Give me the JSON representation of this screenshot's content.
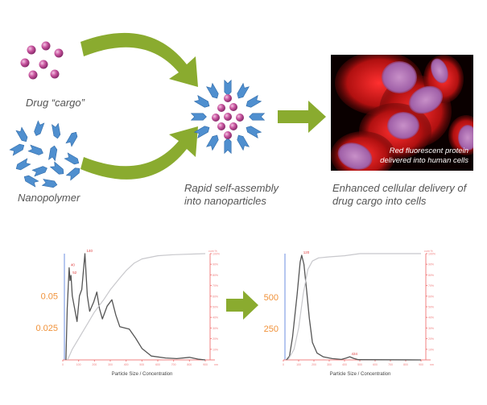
{
  "labels": {
    "drug_cargo": "Drug “cargo”",
    "nanopolymer": "Nanopolymer",
    "assembly_line1": "Rapid self-assembly",
    "assembly_line2": "into nanoparticles",
    "delivery_line1": "Enhanced cellular delivery of",
    "delivery_line2": "drug cargo into cells",
    "caption_line1": "Red fluorescent protein",
    "caption_line2": "delivered into human cells"
  },
  "colors": {
    "arrow": "#8aab2f",
    "cargo": "#c0509a",
    "polymer": "#4f8fcf",
    "axis_red": "#f08080",
    "axis_blue": "#6d8fe0",
    "tick_orange": "#f0923a"
  },
  "chart_data": [
    {
      "type": "line",
      "xlabel": "Particle Size / Concentration",
      "xlim": [
        0,
        900
      ],
      "x_ticks": [
        "0",
        "100",
        "200",
        "300",
        "400",
        "500",
        "600",
        "700",
        "800",
        "900"
      ],
      "x_unit": "nm",
      "y_ticks": [
        "0.05",
        "0.025"
      ],
      "y_tick_values": [
        0.05,
        0.025
      ],
      "ylim": [
        0,
        0.083
      ],
      "right_axis_label": "cum %",
      "right_ticks": [
        "10%",
        "20%",
        "30%",
        "40%",
        "50%",
        "60%",
        "70%",
        "80%",
        "90%",
        "100%"
      ],
      "peak_labels": [
        {
          "x": 40,
          "y": 0.072,
          "text": "40"
        },
        {
          "x": 52,
          "y": 0.066,
          "text": "52"
        },
        {
          "x": 140,
          "y": 0.083,
          "text": "140"
        }
      ],
      "series": [
        {
          "name": "concentration",
          "points": [
            [
              20,
              0
            ],
            [
              28,
              0.04
            ],
            [
              40,
              0.072
            ],
            [
              46,
              0.062
            ],
            [
              52,
              0.066
            ],
            [
              60,
              0.05
            ],
            [
              90,
              0.03
            ],
            [
              105,
              0.05
            ],
            [
              120,
              0.055
            ],
            [
              140,
              0.083
            ],
            [
              155,
              0.05
            ],
            [
              170,
              0.038
            ],
            [
              195,
              0.045
            ],
            [
              215,
              0.053
            ],
            [
              232,
              0.04
            ],
            [
              250,
              0.032
            ],
            [
              280,
              0.042
            ],
            [
              310,
              0.047
            ],
            [
              335,
              0.035
            ],
            [
              360,
              0.026
            ],
            [
              420,
              0.024
            ],
            [
              460,
              0.017
            ],
            [
              500,
              0.009
            ],
            [
              560,
              0.003
            ],
            [
              650,
              0.0015
            ],
            [
              720,
              0.001
            ],
            [
              800,
              0.002
            ],
            [
              860,
              0.0005
            ],
            [
              900,
              0
            ]
          ]
        },
        {
          "name": "cumulative %",
          "points": [
            [
              30,
              0
            ],
            [
              60,
              10
            ],
            [
              100,
              20
            ],
            [
              160,
              35
            ],
            [
              200,
              45
            ],
            [
              260,
              57
            ],
            [
              300,
              66
            ],
            [
              360,
              77
            ],
            [
              400,
              84
            ],
            [
              450,
              91
            ],
            [
              500,
              95
            ],
            [
              600,
              98
            ],
            [
              700,
              99
            ],
            [
              900,
              100
            ]
          ]
        }
      ]
    },
    {
      "type": "line",
      "xlabel": "Particle Size / Concentration",
      "xlim": [
        0,
        900
      ],
      "x_ticks": [
        "0",
        "100",
        "200",
        "300",
        "400",
        "500",
        "600",
        "700",
        "800",
        "900"
      ],
      "x_unit": "nm",
      "y_ticks": [
        "500",
        "250"
      ],
      "y_tick_values": [
        500,
        250
      ],
      "ylim": [
        0,
        846
      ],
      "right_axis_label": "cum %",
      "right_ticks": [
        "10%",
        "20%",
        "30%",
        "40%",
        "50%",
        "60%",
        "70%",
        "80%",
        "90%",
        "100%"
      ],
      "peak_labels": [
        {
          "x": 120,
          "y": 833,
          "text": "120"
        },
        {
          "x": 434,
          "y": 25,
          "text": "434"
        }
      ],
      "series": [
        {
          "name": "concentration",
          "points": [
            [
              20,
              0
            ],
            [
              40,
              30
            ],
            [
              60,
              180
            ],
            [
              90,
              520
            ],
            [
              110,
              780
            ],
            [
              120,
              833
            ],
            [
              135,
              760
            ],
            [
              150,
              580
            ],
            [
              170,
              330
            ],
            [
              190,
              140
            ],
            [
              220,
              55
            ],
            [
              260,
              25
            ],
            [
              320,
              10
            ],
            [
              380,
              4
            ],
            [
              410,
              15
            ],
            [
              434,
              25
            ],
            [
              460,
              12
            ],
            [
              490,
              2
            ],
            [
              900,
              0
            ]
          ]
        },
        {
          "name": "cumulative %",
          "points": [
            [
              30,
              0
            ],
            [
              70,
              10
            ],
            [
              100,
              30
            ],
            [
              130,
              62
            ],
            [
              160,
              85
            ],
            [
              190,
              93
            ],
            [
              230,
              96
            ],
            [
              300,
              97
            ],
            [
              400,
              98
            ],
            [
              500,
              100
            ],
            [
              900,
              100
            ]
          ]
        }
      ]
    }
  ]
}
